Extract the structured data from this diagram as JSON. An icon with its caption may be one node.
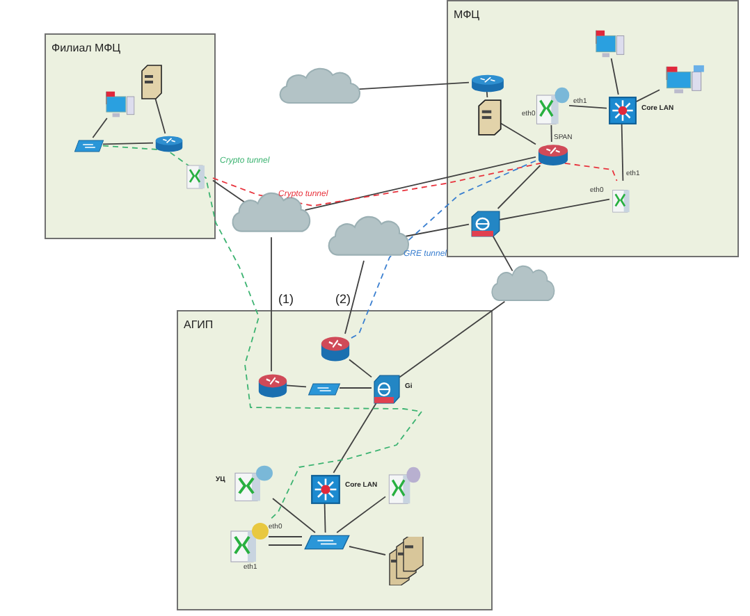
{
  "diagram": {
    "nodes": [
      {
        "text": [
          "Филиал МФЦ"
        ]
      },
      {
        "text": [],
        "shape": "server",
        "in": 0
      },
      {
        "text": [],
        "shape": "computer",
        "in": 0
      },
      {
        "text": [],
        "shape": "switch",
        "in": 0
      },
      {
        "text": [],
        "shape": "router",
        "in": 0
      },
      {
        "text": [],
        "shape": "appliance",
        "in": 0
      },
      {
        "text": [],
        "shape": "cloud"
      },
      {
        "text": [
          "МФЦ"
        ]
      },
      {
        "text": [],
        "shape": "router",
        "in": 7
      },
      {
        "text": [],
        "shape": "server",
        "in": 7
      },
      {
        "text": [],
        "shape": "appliance",
        "in": 7
      },
      {
        "text": [],
        "shape": "computer",
        "in": 7
      },
      {
        "text": [],
        "shape": "computer",
        "in": 7
      },
      {
        "text": [],
        "shape": "switch",
        "in": 7,
        "beside": [
          "Core LAN"
        ]
      },
      {
        "text": [],
        "shape": "router",
        "in": 7
      },
      {
        "text": [],
        "shape": "appliance",
        "in": 7
      },
      {
        "text": [],
        "shape": "firewall",
        "in": 7
      },
      {
        "text": [],
        "shape": "cloud"
      },
      {
        "text": [],
        "shape": "cloud"
      },
      {
        "text": [],
        "shape": "cloud"
      },
      {
        "text": [
          "АГИП"
        ]
      },
      {
        "text": [],
        "shape": "router",
        "in": 20
      },
      {
        "text": [],
        "shape": "router",
        "in": 20
      },
      {
        "text": [],
        "shape": "switch",
        "in": 20
      },
      {
        "text": [],
        "shape": "firewall",
        "in": 20,
        "beside": [
          "Gi"
        ]
      },
      {
        "text": [],
        "shape": "appliance",
        "in": 20,
        "beside": [
          "УЦ"
        ]
      },
      {
        "text": [],
        "shape": "switch",
        "in": 20,
        "beside": [
          "Core LAN"
        ]
      },
      {
        "text": [],
        "shape": "appliance",
        "in": 20
      },
      {
        "text": [],
        "shape": "appliance",
        "in": 20
      },
      {
        "text": [],
        "shape": "switch",
        "in": 20
      },
      {
        "text": [],
        "shape": "server",
        "in": 20
      }
    ],
    "edges": [
      {
        "from": 1,
        "to": 4,
        "arrow": "none"
      },
      {
        "from": 2,
        "to": 3,
        "arrow": "none"
      },
      {
        "from": 3,
        "to": 4,
        "arrow": "none"
      },
      {
        "from": 5,
        "to": 17,
        "arrow": "none"
      },
      {
        "from": 17,
        "to": 14,
        "arrow": "none"
      },
      {
        "from": 6,
        "to": 8,
        "arrow": "none"
      },
      {
        "from": 9,
        "to": 8,
        "arrow": "none"
      },
      {
        "from": 9,
        "to": 14,
        "arrow": "none"
      },
      {
        "from": 10,
        "to": 14,
        "arrow": "none"
      },
      {
        "from": 10,
        "to": 13,
        "arrow": "none"
      },
      {
        "from": 11,
        "to": 13,
        "arrow": "none"
      },
      {
        "from": 12,
        "to": 13,
        "arrow": "none"
      },
      {
        "from": 13,
        "to": 15,
        "arrow": "none"
      },
      {
        "from": 14,
        "to": 16,
        "arrow": "none"
      },
      {
        "from": 16,
        "to": 15,
        "arrow": "none"
      },
      {
        "from": 18,
        "to": 16,
        "arrow": "none"
      },
      {
        "from": 19,
        "to": 16,
        "arrow": "none"
      },
      {
        "from": 17,
        "to": 22,
        "arrow": "none",
        "label": "(1)"
      },
      {
        "from": 18,
        "to": 21,
        "arrow": "none",
        "label": "(2)"
      },
      {
        "from": 19,
        "to": 24,
        "arrow": "none"
      },
      {
        "from": 21,
        "to": 24,
        "arrow": "none"
      },
      {
        "from": 22,
        "to": 23,
        "arrow": "none"
      },
      {
        "from": 23,
        "to": 24,
        "arrow": "none"
      },
      {
        "from": 24,
        "to": 26,
        "arrow": "none"
      },
      {
        "from": 26,
        "to": 29,
        "arrow": "none"
      },
      {
        "from": 25,
        "to": 29,
        "arrow": "none"
      },
      {
        "from": 27,
        "to": 29,
        "arrow": "none"
      },
      {
        "from": 28,
        "to": 29,
        "arrow": "none"
      },
      {
        "from": 28,
        "to": 29,
        "arrow": "none"
      },
      {
        "from": 29,
        "to": 30,
        "arrow": "none"
      },
      {
        "from": 3,
        "to": 28,
        "arrow": "none",
        "label": "Crypto tunnel",
        "style": "dashed",
        "color": "#3cb371"
      },
      {
        "from": 5,
        "to": 15,
        "arrow": "none",
        "label": "Crypto tunnel",
        "style": "dashed",
        "color": "#e8323c"
      },
      {
        "from": 14,
        "to": 21,
        "arrow": "none",
        "label": "GRE tunnel",
        "style": "dashed",
        "color": "#3a7fd0"
      }
    ],
    "labels": [
      "eth0",
      "eth1",
      "SPAN",
      "eth1",
      "eth0",
      "eth0",
      "eth1"
    ]
  }
}
